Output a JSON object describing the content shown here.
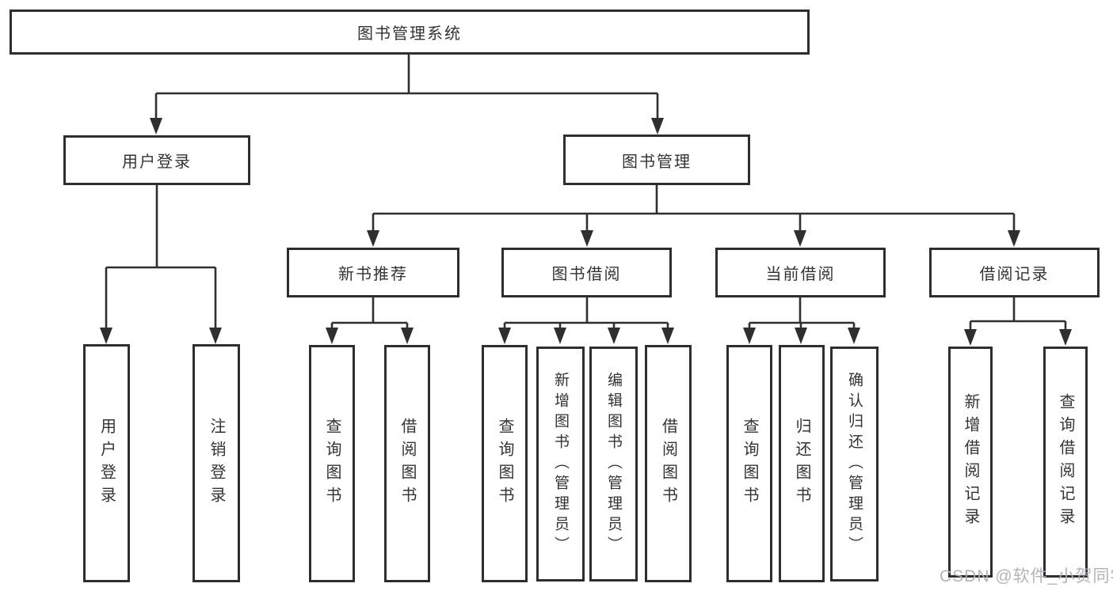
{
  "root": {
    "label": "图书管理系统"
  },
  "branches": [
    {
      "label": "用户登录",
      "children": [
        {
          "label": "用户登录"
        },
        {
          "label": "注销登录"
        }
      ]
    },
    {
      "label": "图书管理",
      "groups": [
        {
          "label": "新书推荐",
          "children": [
            {
              "label": "查询图书"
            },
            {
              "label": "借阅图书"
            }
          ]
        },
        {
          "label": "图书借阅",
          "children": [
            {
              "label": "查询图书"
            },
            {
              "label": "新增图书（管理员）"
            },
            {
              "label": "编辑图书（管理员）"
            },
            {
              "label": "借阅图书"
            }
          ]
        },
        {
          "label": "当前借阅",
          "children": [
            {
              "label": "查询图书"
            },
            {
              "label": "归还图书"
            },
            {
              "label": "确认归还（管理员）"
            }
          ]
        },
        {
          "label": "借阅记录",
          "children": [
            {
              "label": "新增借阅记录"
            },
            {
              "label": "查询借阅记录"
            }
          ]
        }
      ]
    }
  ],
  "colors": {
    "line": "#2f2f2f",
    "border": "#2e2e2e",
    "text": "#333333",
    "watermark": "#afafb6"
  },
  "watermark": {
    "text": "CSDN @软件_小贺同学"
  }
}
